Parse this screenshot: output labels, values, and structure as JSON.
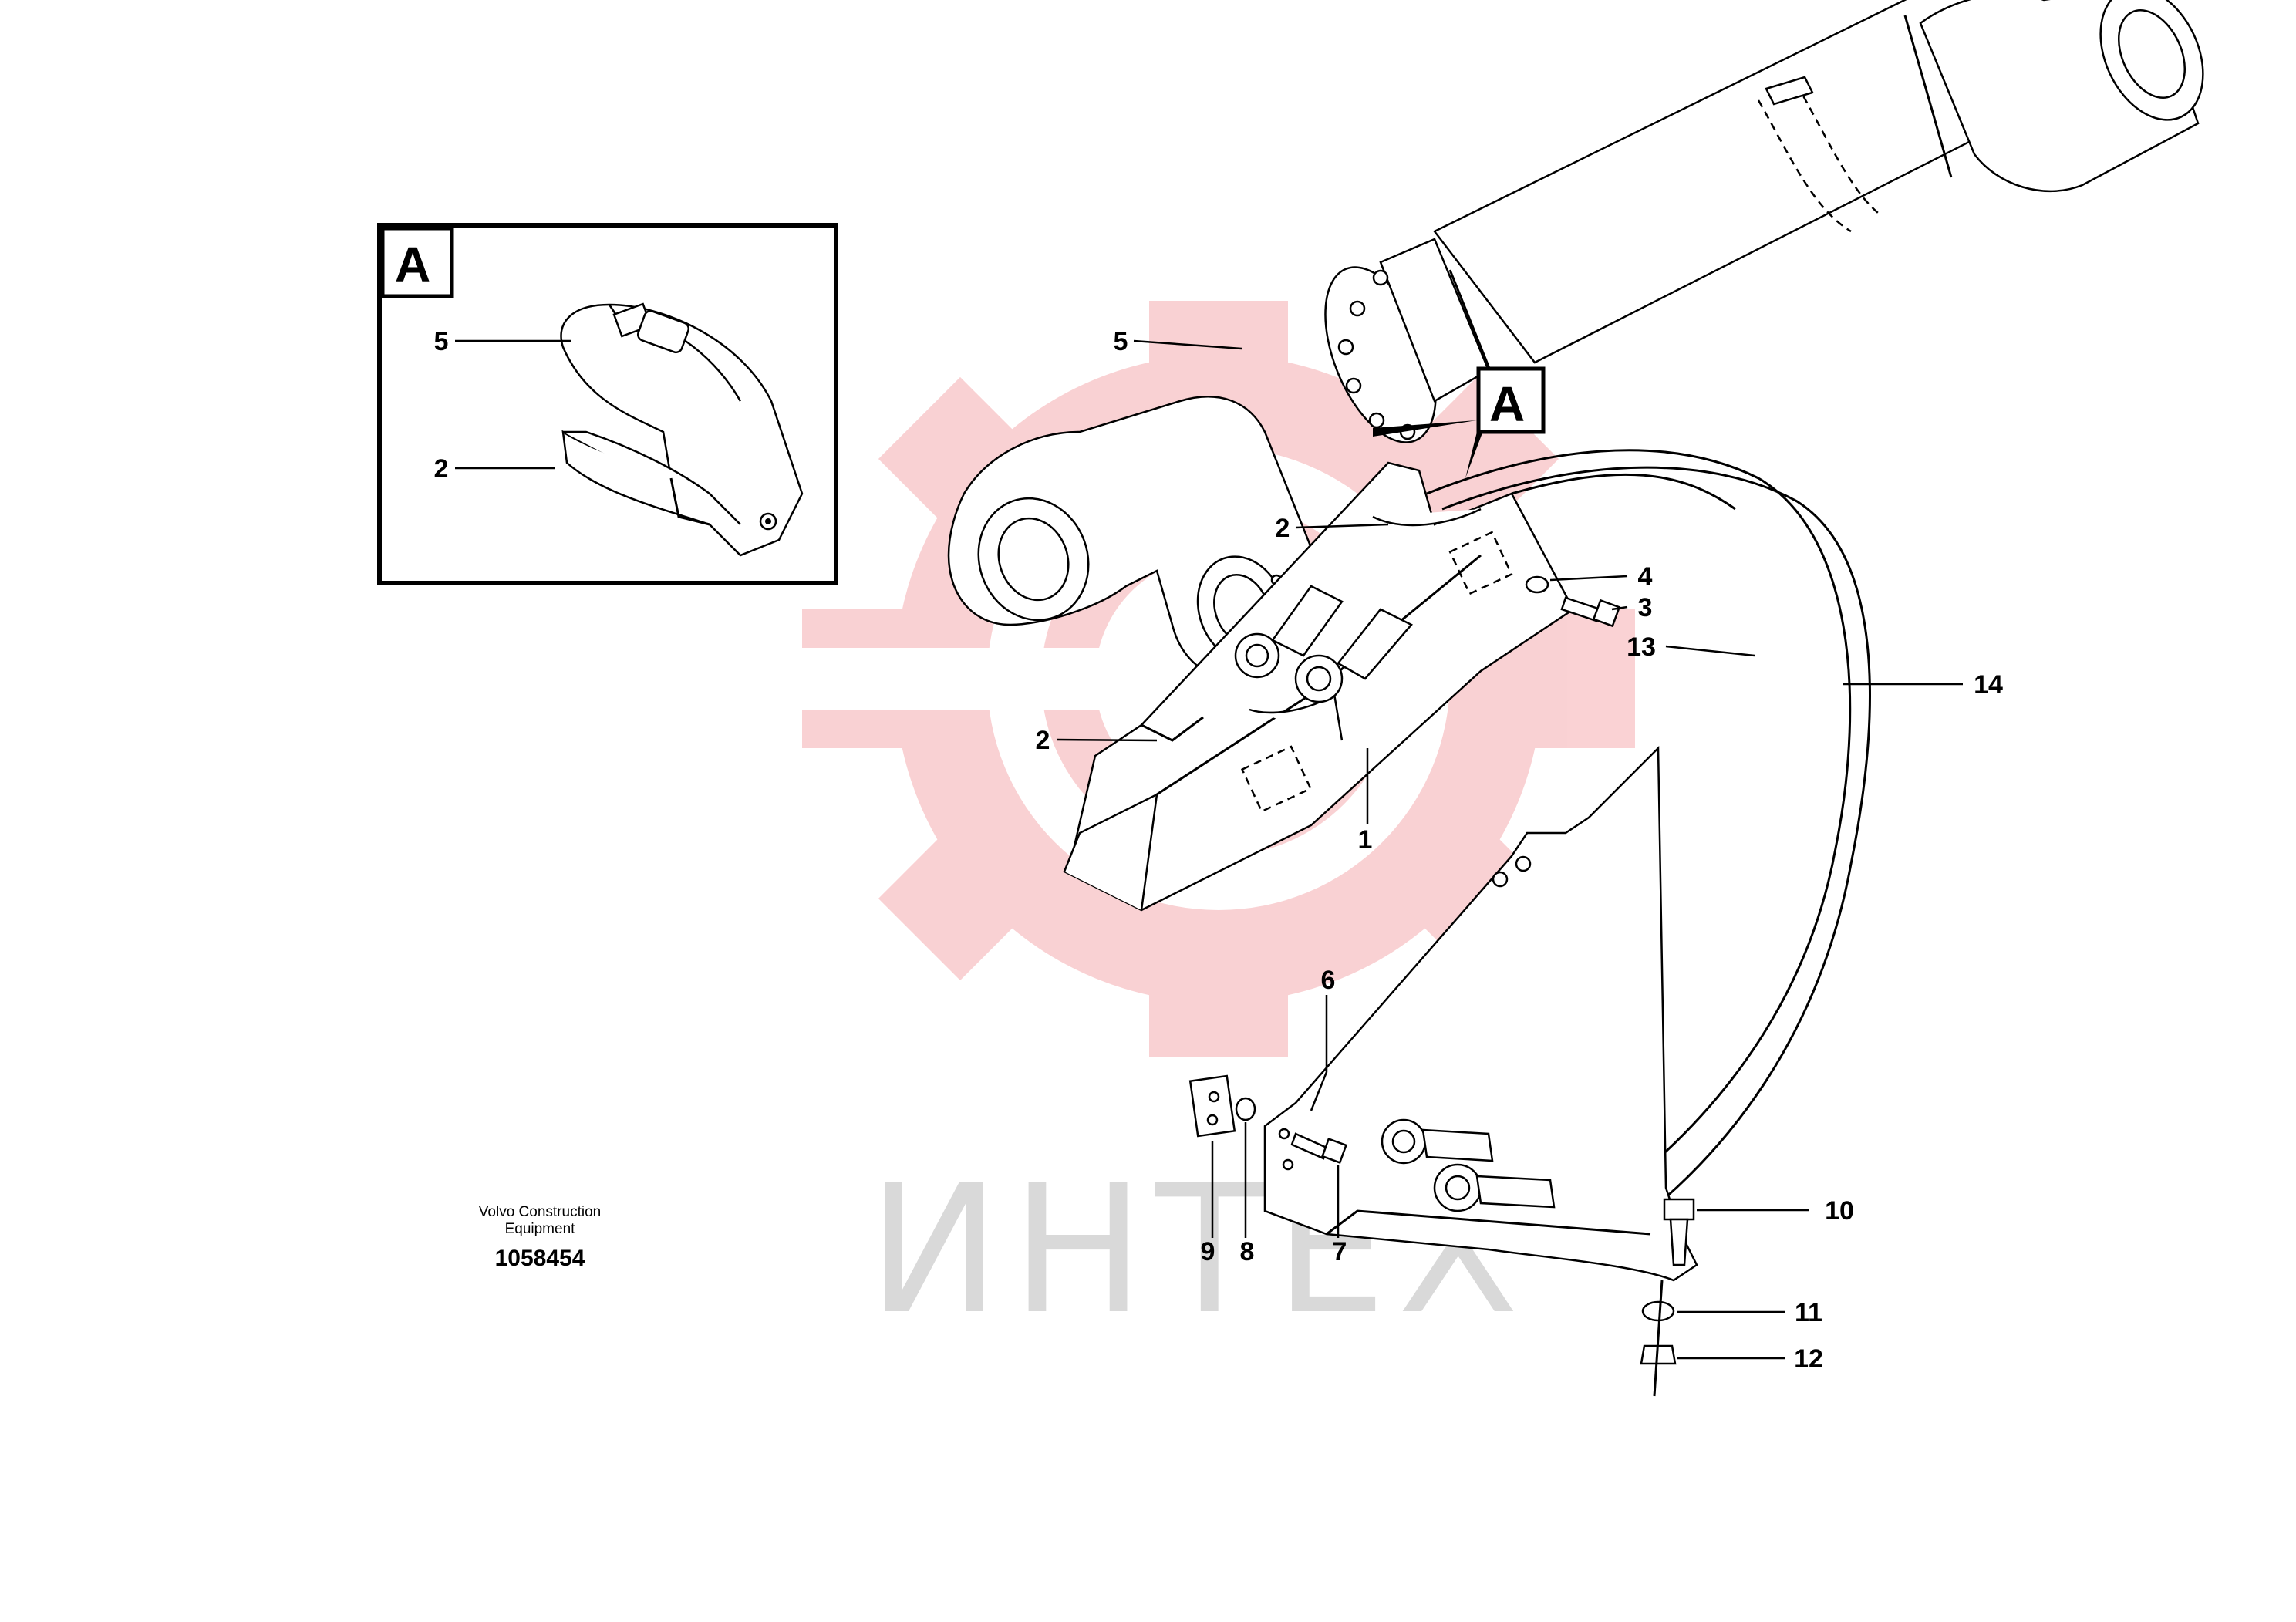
{
  "watermark": {
    "text": "ИНТЕХ",
    "logo_color": "#e8343a"
  },
  "detail_view": {
    "letter": "A"
  },
  "view_marker": {
    "letter": "A"
  },
  "publisher": {
    "line1": "Volvo Construction",
    "line2": "Equipment"
  },
  "drawing_number": "1058454",
  "callouts": [
    {
      "id": "c-inset-5",
      "text": "5"
    },
    {
      "id": "c-inset-2",
      "text": "2"
    },
    {
      "id": "c-5",
      "text": "5"
    },
    {
      "id": "c-2a",
      "text": "2"
    },
    {
      "id": "c-4",
      "text": "4"
    },
    {
      "id": "c-3",
      "text": "3"
    },
    {
      "id": "c-13",
      "text": "13"
    },
    {
      "id": "c-14",
      "text": "14"
    },
    {
      "id": "c-2b",
      "text": "2"
    },
    {
      "id": "c-1",
      "text": "1"
    },
    {
      "id": "c-6",
      "text": "6"
    },
    {
      "id": "c-10",
      "text": "10"
    },
    {
      "id": "c-11",
      "text": "11"
    },
    {
      "id": "c-12",
      "text": "12"
    },
    {
      "id": "c-9",
      "text": "9"
    },
    {
      "id": "c-8",
      "text": "8"
    },
    {
      "id": "c-7",
      "text": "7"
    }
  ]
}
